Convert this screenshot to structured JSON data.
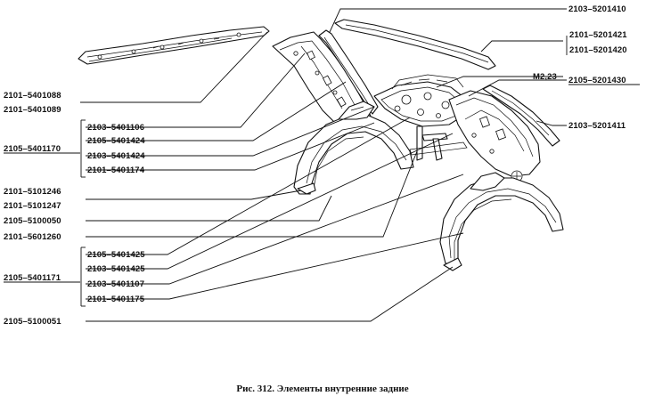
{
  "caption": "Рис. 312. Элементы внутренние задние",
  "labels_left": {
    "l_5401088": "2101–5401088",
    "l_5401089": "2101–5401089",
    "l_5401106": "2103–5401106",
    "l_5401424a": "2105–5401424",
    "l_5401170": "2105–5401170",
    "l_5401424b": "2103–5401424",
    "l_5401174": "2101–5401174",
    "l_5101246": "2101–5101246",
    "l_5101247": "2101–5101247",
    "l_5100050": "2105–5100050",
    "l_5601260": "2101–5601260",
    "l_5401425a": "2105–5401425",
    "l_5401425b": "2103–5401425",
    "l_5401171": "2105–5401171",
    "l_5401107": "2103–5401107",
    "l_5401175": "2101–5401175",
    "l_5100051": "2105–5100051"
  },
  "labels_right": {
    "r_5201410": "2103–5201410",
    "r_5201421": "2101–5201421",
    "r_5201420": "2101–5201420",
    "r_m223": "M2,23",
    "r_5201430": "2105–5201430",
    "r_5201411": "2103–5201411"
  }
}
